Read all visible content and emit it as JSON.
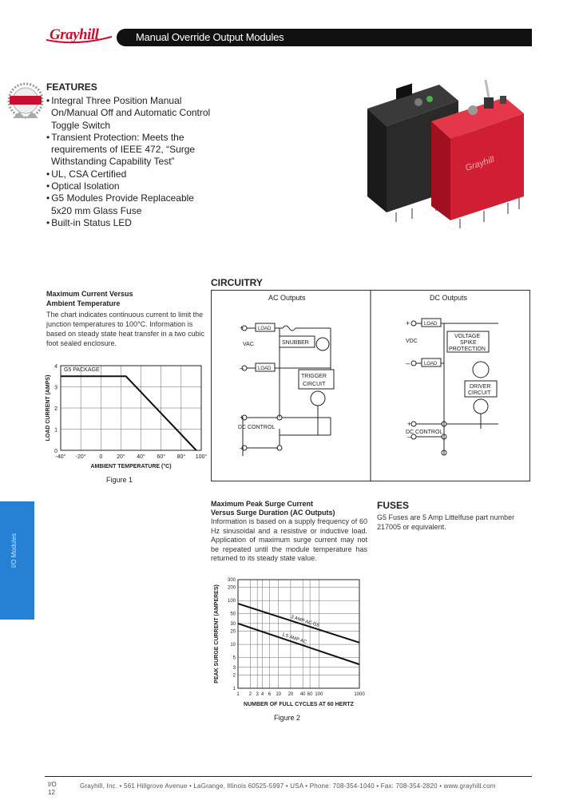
{
  "header": {
    "brand": "Grayhill",
    "title": "Manual Override Output Modules"
  },
  "features": {
    "title": "FEATURES",
    "items": [
      "Integral Three Position Manual On/Manual Off and Automatic Control Toggle Switch",
      "Transient Protection: Meets the requirements of IEEE 472, “Surge Withstanding Capability Test”",
      "UL, CSA Certified",
      "Optical Isolation",
      "G5 Modules Provide Replaceable 5x20 mm Glass Fuse",
      "Built-in Status LED"
    ]
  },
  "chart1_text": {
    "title_line1": "Maximum Current Versus",
    "title_line2": "Ambient Temperature",
    "description": "The chart indicates continuous current to limit the junction temperatures to 100°C. Information is based on steady state heat transfer in a two cubic foot sealed enclosure.",
    "figure_label": "Figure 1"
  },
  "circuitry": {
    "title": "CIRCUITRY",
    "ac_label": "AC Outputs",
    "dc_label": "DC Outputs",
    "load": "LOAD",
    "vac": "VAC",
    "vdc": "VDC",
    "snubber": "SNUBBER",
    "trigger_line1": "TRIGGER",
    "trigger_line2": "CIRCUIT",
    "voltage_line1": "VOLTAGE",
    "voltage_line2": "SPIKE",
    "voltage_line3": "PROTECTION",
    "driver_line1": "DRIVER",
    "driver_line2": "CIRCUIT",
    "dc_control": "DC CONTROL",
    "plus": "+",
    "minus": "–"
  },
  "surge_text": {
    "title_line1": "Maximum Peak Surge Current",
    "title_line2": "Versus Surge Duration (AC Outputs)",
    "description": "Information is based on a supply frequency of 60 Hz sinusoidal and a resistive or inductive load. Application of maximum surge current may not be repeated until the module temperature has returned to its steady state value.",
    "figure_label": "Figure 2"
  },
  "fuses": {
    "title": "FUSES",
    "description": "G5 Fuses are 5 Amp Littelfuse part number 217005 or equivalent."
  },
  "side_tab": {
    "label": "I/O Modules",
    "color": "#2680d4"
  },
  "footer": {
    "page_a": "I/O",
    "page_b": "12",
    "contact": "Grayhill, Inc. • 561 Hillgrove Avenue • LaGrange, Illinois 60525-5997 • USA • Phone: 708-354-1040 • Fax: 708-354-2820 • www.grayhill.com"
  },
  "chart_data": [
    {
      "type": "line",
      "title": "",
      "xlabel": "AMBIENT TEMPERATURE (°C)",
      "ylabel": "LOAD CURRENT (AMPS)",
      "xlim": [
        -40,
        100
      ],
      "ylim": [
        0,
        4
      ],
      "x_ticks": [
        "-40°",
        "-20°",
        "0",
        "20°",
        "40°",
        "60°",
        "80°",
        "100°"
      ],
      "y_ticks": [
        "0",
        "1",
        "2",
        "3",
        "4"
      ],
      "grid": true,
      "series": [
        {
          "name": "G5 PACKAGE",
          "x": [
            -40,
            25,
            95
          ],
          "y": [
            3.5,
            3.5,
            0
          ]
        }
      ]
    },
    {
      "type": "line",
      "scale": "log-log",
      "title": "",
      "xlabel": "NUMBER OF FULL CYCLES AT 60 HERTZ",
      "ylabel": "PEAK SURGE CURRENT (AMPERES)",
      "xlim": [
        1,
        1000
      ],
      "ylim": [
        1,
        300
      ],
      "x_ticks": [
        "1",
        "2",
        "3",
        "4",
        "6",
        "10",
        "20",
        "40",
        "60",
        "100",
        "1000"
      ],
      "y_ticks": [
        "1",
        "2",
        "3",
        "5",
        "10",
        "20",
        "30",
        "50",
        "100",
        "200",
        "300"
      ],
      "grid": true,
      "series": [
        {
          "name": "3 AMP AC G5",
          "x": [
            1,
            1000
          ],
          "y": [
            85,
            11
          ]
        },
        {
          "name": "1.5 AMP AC",
          "x": [
            1,
            1000
          ],
          "y": [
            30,
            3.5
          ]
        }
      ]
    }
  ]
}
